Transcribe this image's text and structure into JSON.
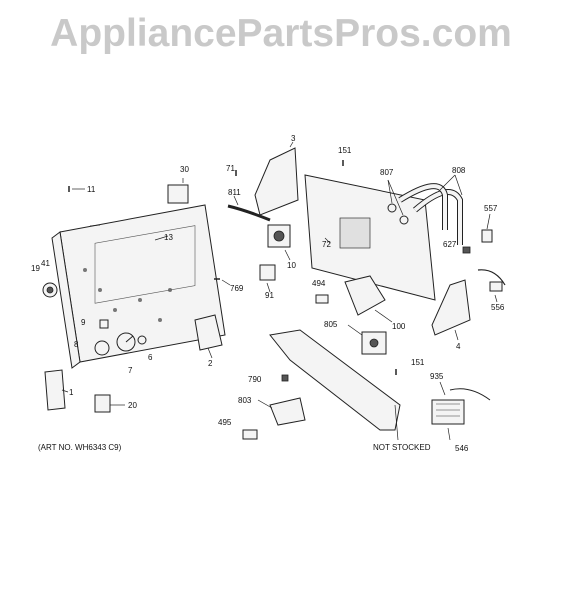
{
  "watermark": "AppliancePartsPros.com",
  "art_no": "(ART NO. WH6343 C9)",
  "not_stocked": "NOT STOCKED",
  "labels": {
    "p3": "3",
    "p151a": "151",
    "p30": "30",
    "p71": "71",
    "p811": "811",
    "p807": "807",
    "p808": "808",
    "p11": "11",
    "p557": "557",
    "p13": "13",
    "p72": "72",
    "p627": "627",
    "p10": "10",
    "p41": "41",
    "p19": "19",
    "p769": "769",
    "p494": "494",
    "p91": "91",
    "p556": "556",
    "p9": "9",
    "p100": "100",
    "p805": "805",
    "p8": "8",
    "p6": "6",
    "p2": "2",
    "p4": "4",
    "p7": "7",
    "p151b": "151",
    "p935": "935",
    "p790": "790",
    "p1": "1",
    "p803": "803",
    "p20": "20",
    "p495": "495",
    "p546": "546"
  }
}
